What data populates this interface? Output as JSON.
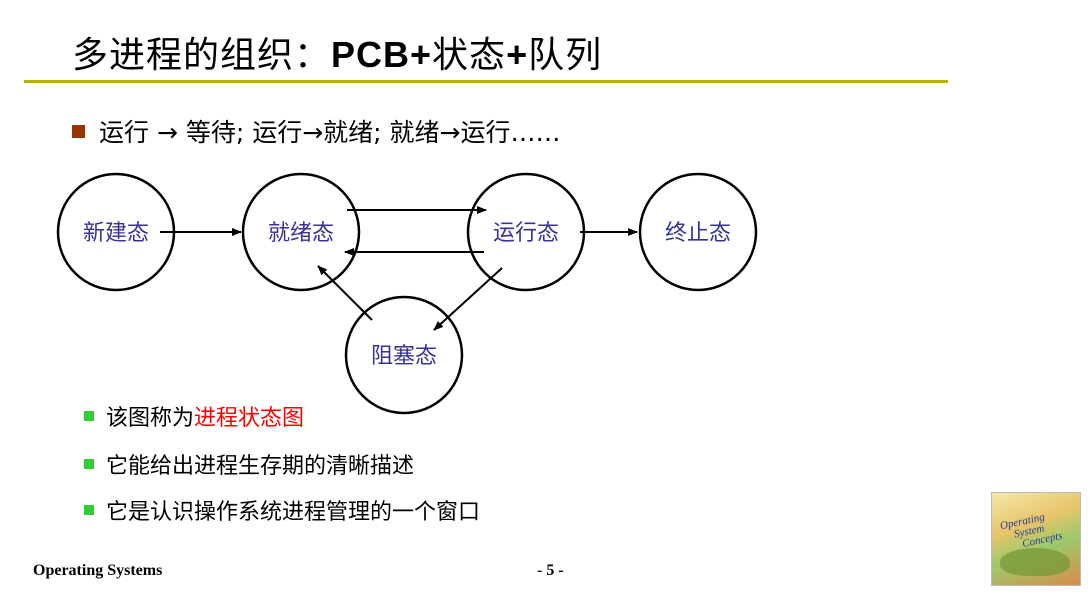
{
  "slide": {
    "title_cn1": "多进程的组织：",
    "title_en": "PCB+",
    "title_cn2": "状态",
    "title_plus": "+",
    "title_cn3": "队列"
  },
  "bullet": {
    "text": "运行 → 等待; 运行→就绪; 就绪→运行……"
  },
  "diagram": {
    "nodes": {
      "new": "新建态",
      "ready": "就绪态",
      "running": "运行态",
      "terminated": "终止态",
      "blocked": "阻塞态"
    },
    "label_color": "#333399"
  },
  "subbullets": {
    "item1_prefix": "该图称为",
    "item1_highlight": "进程状态图",
    "item2": "它能给出进程生存期的清晰描述",
    "item3": "它是认识操作系统进程管理的一个窗口"
  },
  "footer": {
    "left": "Operating Systems",
    "page": "- 5 -"
  },
  "book_cover": {
    "title_line1": "Operating",
    "title_line2": "System",
    "title_line3": "Concepts"
  },
  "colors": {
    "rule": "#b3b300",
    "bullet_main": "#993300",
    "bullet_sub": "#33cc33",
    "highlight": "#ff0000"
  }
}
